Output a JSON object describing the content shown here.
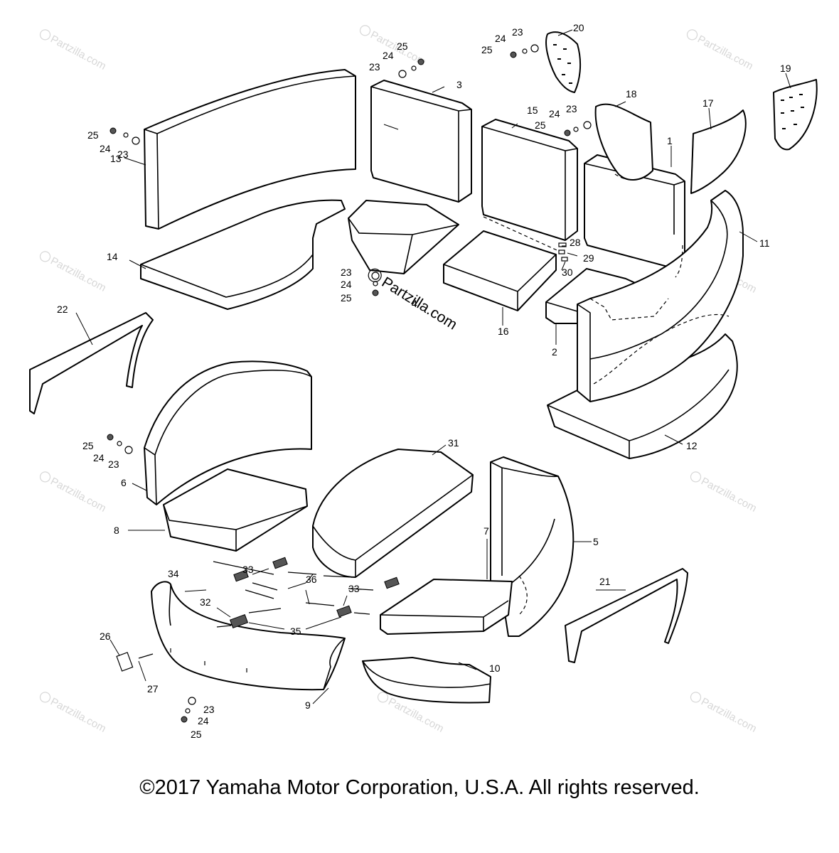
{
  "watermark": {
    "small_text": "Partzilla.com",
    "center_text": "Partzilla.com"
  },
  "copyright": "©2017  Yamaha Motor Corporation, U.S.A. All rights reserved.",
  "callouts": {
    "c1": "1",
    "c2": "2",
    "c3": "3",
    "c4": "4",
    "c5": "5",
    "c6": "6",
    "c7": "7",
    "c8": "8",
    "c9": "9",
    "c10": "10",
    "c11": "11",
    "c12": "12",
    "c13": "13",
    "c14": "14",
    "c15": "15",
    "c16": "16",
    "c17": "17",
    "c18": "18",
    "c19": "19",
    "c20": "20",
    "c21": "21",
    "c22": "22",
    "c26": "26",
    "c27": "27",
    "c28": "28",
    "c29": "29",
    "c30": "30",
    "c31": "31",
    "c32": "32",
    "c33": "33",
    "c34": "34",
    "c35": "35",
    "c36": "36",
    "washer": "23",
    "lockwasher": "24",
    "nut": "25"
  }
}
